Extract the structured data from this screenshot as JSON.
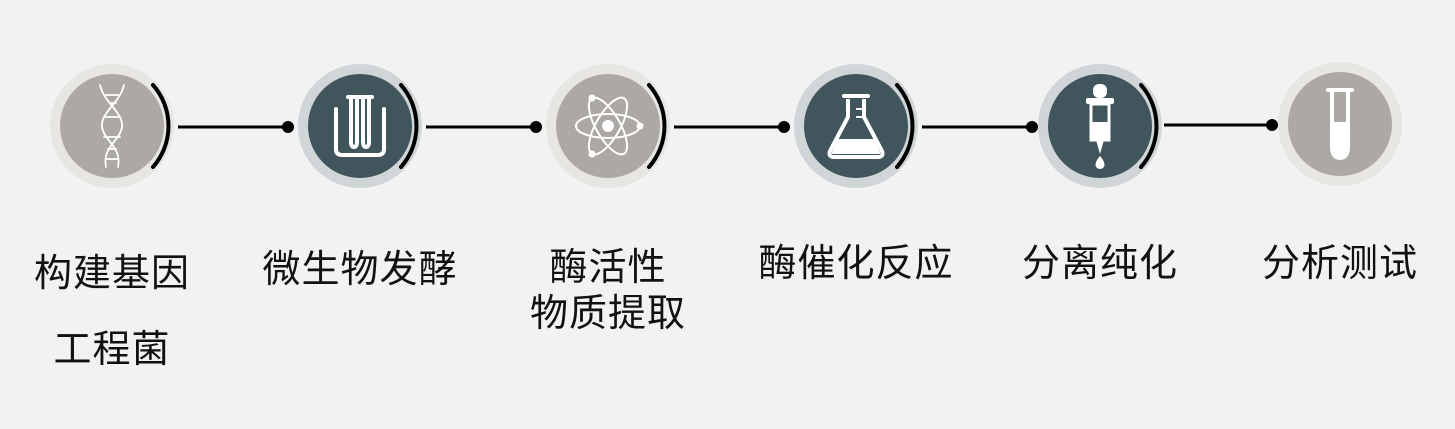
{
  "colors": {
    "background": "#f2f2f2",
    "light_disc": "#aca8a3",
    "light_ring": "#e8e6e3",
    "dark_disc": "#41565c",
    "dark_ring": "#d0d5d7",
    "connector": "#000000",
    "icon": "#ffffff"
  },
  "steps": [
    {
      "icon": "dna-icon",
      "theme": "light",
      "label_lines": [
        "构建基因",
        "工程菌"
      ]
    },
    {
      "icon": "test-tubes-icon",
      "theme": "dark",
      "label_lines": [
        "微生物发酵"
      ]
    },
    {
      "icon": "atom-icon",
      "theme": "light",
      "label_lines": [
        "酶活性",
        "物质提取"
      ]
    },
    {
      "icon": "flask-icon",
      "theme": "dark",
      "label_lines": [
        "酶催化反应"
      ]
    },
    {
      "icon": "dropper-icon",
      "theme": "dark",
      "label_lines": [
        "分离纯化"
      ]
    },
    {
      "icon": "test-tube-icon",
      "theme": "light",
      "label_lines": [
        "分析测试"
      ]
    }
  ]
}
